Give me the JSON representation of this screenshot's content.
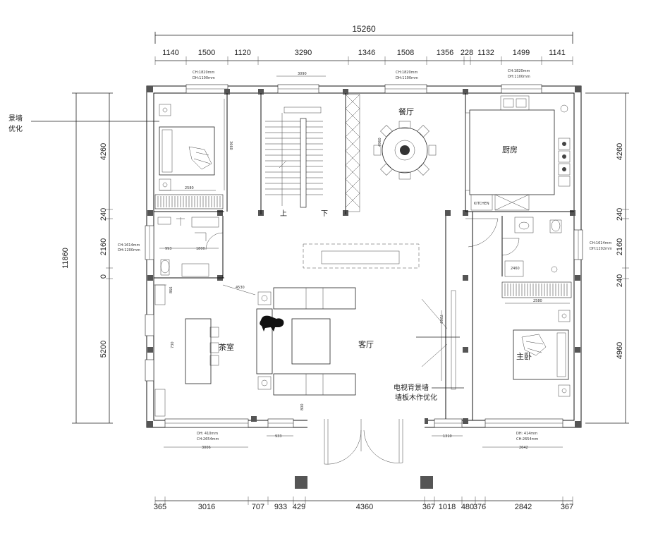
{
  "top_dims": {
    "total": "15260",
    "segments": [
      "1140",
      "1500",
      "1120",
      "3290",
      "1346",
      "1508",
      "1356",
      "228",
      "1132",
      "1499",
      "1141"
    ]
  },
  "bottom_dims": {
    "segments": [
      "365",
      "3016",
      "707",
      "933",
      "429",
      "4360",
      "367",
      "1018",
      "480",
      "376",
      "2842",
      "367"
    ]
  },
  "left_dims": {
    "total": "11860",
    "segments": [
      "4260",
      "240",
      "2160",
      "0",
      "5200"
    ]
  },
  "right_dims": {
    "segments": [
      "4260",
      "240",
      "2160",
      "240",
      "4960"
    ]
  },
  "rooms": {
    "dining": "餐厅",
    "kitchen": "厨房",
    "living": "客厅",
    "tea_room": "茶室",
    "master_bedroom": "主卧"
  },
  "stairs": {
    "up": "上",
    "down": "下"
  },
  "notes": {
    "feature_wall_line1": "景墙",
    "feature_wall_line2": "优化",
    "tv_wall_line1": "电视背景墙",
    "tv_wall_line2": "墙板木作优化"
  },
  "window_notes": {
    "top_left": [
      "CH:1820mm",
      "DH:1100mm"
    ],
    "top_mid": [
      "CH:1820mm",
      "DH:1100mm"
    ],
    "top_right": [
      "CH:1820mm",
      "DH:1100mm"
    ],
    "left_mid": [
      "CH:1614mm",
      "DH:1200mm"
    ],
    "right_mid": [
      "CH:1614mm",
      "DH:1202mm"
    ],
    "bottom_left": [
      "DH: 410mm",
      "CH:2654mm"
    ],
    "bottom_right": [
      "DH: 414mm",
      "CH:2654mm"
    ]
  },
  "inner_dims": {
    "stair_width": "3090",
    "bed_left_length": "3660",
    "bed_left_width": "2580",
    "bath_left_a": "993",
    "bath_left_b": "1800",
    "dining_depth": "4960",
    "bedroom_right_width": "2580",
    "tv_wall": "7260",
    "tea_left": "866",
    "tea_table": "730",
    "tea_lower": "800",
    "bottom_left_window": "3006",
    "bottom_door": "933",
    "bottom_right_small": "1310",
    "bottom_right_window": "2642",
    "bath_right": "2460",
    "kitchen_label": "KITCHEN",
    "corridor": "4530"
  }
}
